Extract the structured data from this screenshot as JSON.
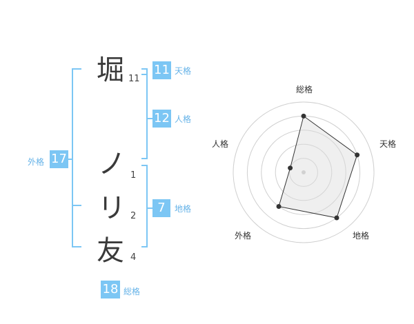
{
  "name_chars": [
    {
      "char": "堀",
      "strokes": "11"
    },
    {
      "char": "ノ",
      "strokes": "1"
    },
    {
      "char": "リ",
      "strokes": "2"
    },
    {
      "char": "友",
      "strokes": "4"
    }
  ],
  "fortune": {
    "tenkaku": {
      "value": "11",
      "label": "天格"
    },
    "jinkaku": {
      "value": "12",
      "label": "人格"
    },
    "chikaku": {
      "value": "7",
      "label": "地格"
    },
    "gaikaku": {
      "value": "17",
      "label": "外格"
    },
    "soukaku": {
      "value": "18",
      "label": "総格"
    }
  },
  "colors": {
    "accent": "#7cc6f4",
    "accent_text": "#66b3e8",
    "text": "#3a3a3a"
  },
  "chart_data": {
    "type": "radar",
    "axes": [
      "総格",
      "天格",
      "地格",
      "外格",
      "人格"
    ],
    "values": [
      4,
      4,
      4,
      3,
      1
    ],
    "range": [
      0,
      5
    ],
    "grid": true
  }
}
